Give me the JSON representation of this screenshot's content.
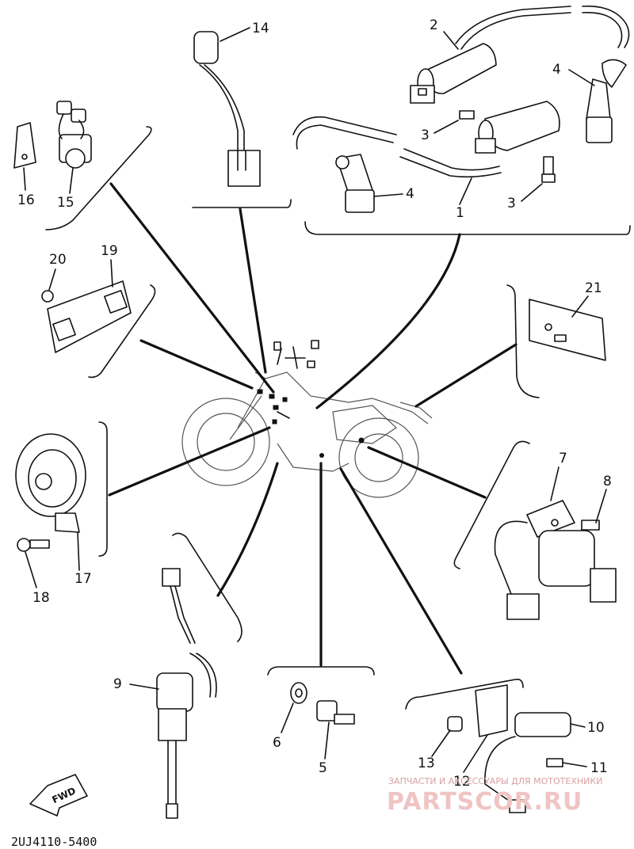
{
  "diagram": {
    "drawing_code": "2UJ4110-5400",
    "fwd_label": "FWD",
    "callouts": [
      "1",
      "2",
      "3",
      "3",
      "4",
      "4",
      "5",
      "6",
      "7",
      "8",
      "9",
      "10",
      "11",
      "12",
      "13",
      "14",
      "15",
      "16",
      "17",
      "18",
      "19",
      "20",
      "21"
    ]
  },
  "watermark": {
    "tagline": "ЗАПЧАСТИ И АКСЕССУАРЫ ДЛЯ МОТОТЕХНИКИ",
    "brand": "PARTSCOR.RU"
  }
}
